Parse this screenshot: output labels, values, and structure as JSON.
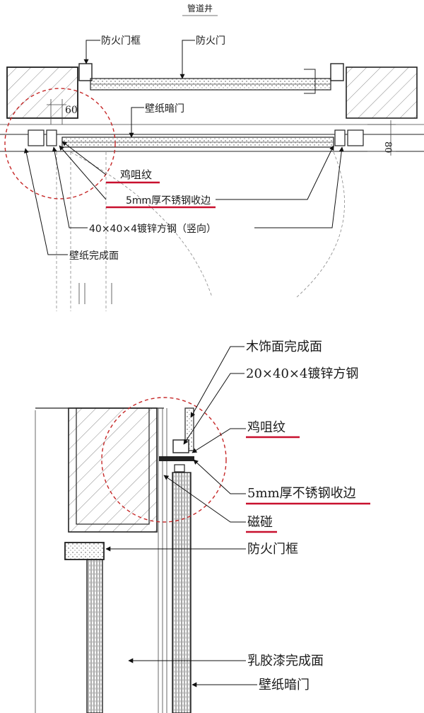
{
  "top_plan": {
    "title": "管道井",
    "labels": {
      "fire_door_frame": "防火门框",
      "fire_door": "防火门",
      "wallpaper_hidden_door": "壁纸暗门",
      "dim_60": "60",
      "dim_80": "80",
      "tongue_groove": "鸡咀纹",
      "stainless_trim": "5mm厚不锈钢收边",
      "galv_steel": "40×40×4镀锌方钢（竖向）",
      "wallpaper_finish": "壁纸完成面"
    }
  },
  "detail": {
    "labels": {
      "wood_finish": "木饰面完成面",
      "galv_steel": "20×40×4镀锌方钢",
      "tongue_groove": "鸡咀纹",
      "stainless_trim": "5mm厚不锈钢收边",
      "magnet": "磁碰",
      "fire_door_frame": "防火门框",
      "latex_finish": "乳胶漆完成面",
      "wallpaper_hidden_door": "壁纸暗门"
    }
  },
  "colors": {
    "highlight_red": "#c8102e",
    "circle_red": "#c62828",
    "ink": "#1a1a1a"
  }
}
